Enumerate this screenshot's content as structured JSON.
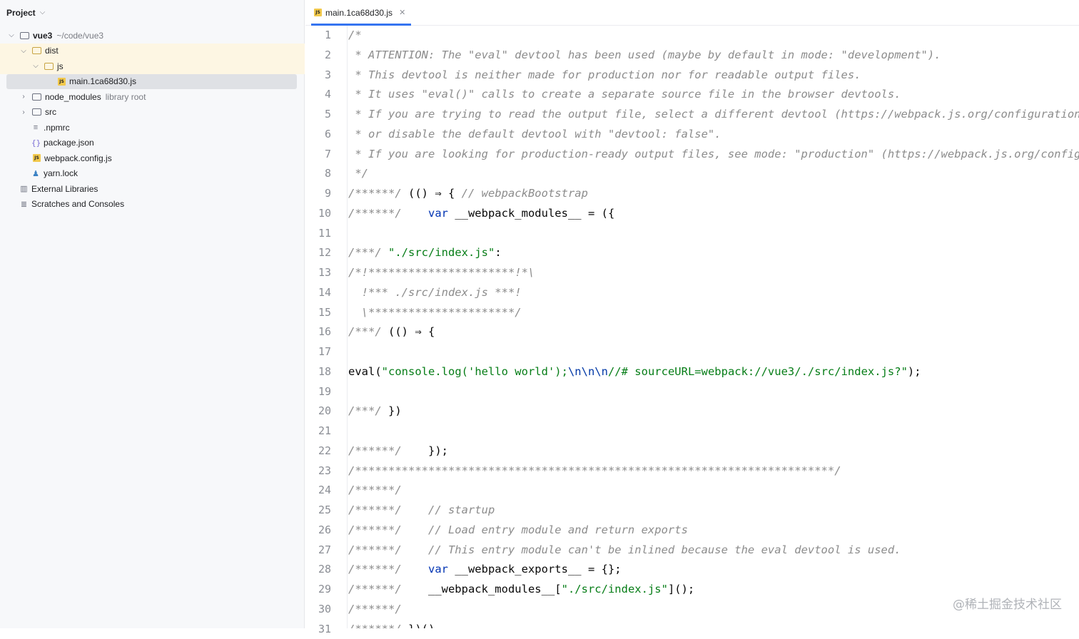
{
  "sidebar": {
    "title": "Project",
    "tree": {
      "root_name": "vue3",
      "root_path": "~/code/vue3",
      "dist": "dist",
      "js": "js",
      "main_file": "main.1ca68d30.js",
      "node_modules": "node_modules",
      "node_modules_tag": "library root",
      "src": "src",
      "npmrc": ".npmrc",
      "package_json": "package.json",
      "webpack_config": "webpack.config.js",
      "yarn_lock": "yarn.lock",
      "external_libraries": "External Libraries",
      "scratches": "Scratches and Consoles"
    }
  },
  "editor": {
    "tab_label": "main.1ca68d30.js",
    "line_numbers": [
      "1",
      "2",
      "3",
      "4",
      "5",
      "6",
      "7",
      "8",
      "9",
      "10",
      "11",
      "12",
      "13",
      "14",
      "15",
      "16",
      "17",
      "18",
      "19",
      "20",
      "21",
      "22",
      "23",
      "24",
      "25",
      "26",
      "27",
      "28",
      "29",
      "30",
      "31"
    ],
    "code": {
      "l1": "/*",
      "l2": " * ATTENTION: The \"eval\" devtool has been used (maybe by default in mode: \"development\").",
      "l3": " * This devtool is neither made for production nor for readable output files.",
      "l4": " * It uses \"eval()\" calls to create a separate source file in the browser devtools.",
      "l5": " * If you are trying to read the output file, select a different devtool (https://webpack.js.org/configuration/devtool/)",
      "l6": " * or disable the default devtool with \"devtool: false\".",
      "l7": " * If you are looking for production-ready output files, see mode: \"production\" (https://webpack.js.org/configuration/mode/).",
      "l8": " */",
      "l9_c": "/******/",
      "l9_t": " (() ⇒ { ",
      "l9_c2": "// webpackBootstrap",
      "l10_c": "/******/",
      "l10_k": "    var",
      "l10_t": " __webpack_modules__ = ({",
      "l12_c": "/***/",
      "l12_s": " \"./src/index.js\"",
      "l12_t": ":",
      "l13": "/*!**********************!*\\",
      "l14": "  !*** ./src/index.js ***!",
      "l15": "  \\**********************/",
      "l16_c": "/***/",
      "l16_t": " (() ⇒ {",
      "l18_t1": "eval(",
      "l18_s1": "\"console.log('hello world');",
      "l18_e": "\\n\\n\\n",
      "l18_s2": "//# sourceURL=webpack://vue3/./src/index.js?\"",
      "l18_t2": ");",
      "l20_c": "/***/",
      "l20_t": " })",
      "l22_c": "/******/",
      "l22_t": "    });",
      "l23": "/************************************************************************/",
      "l24": "/******/",
      "l25_c": "/******/",
      "l25_c2": "    // startup",
      "l26_c": "/******/",
      "l26_c2": "    // Load entry module and return exports",
      "l27_c": "/******/",
      "l27_c2": "    // This entry module can't be inlined because the eval devtool is used.",
      "l28_c": "/******/",
      "l28_k": "    var",
      "l28_t": " __webpack_exports__ = {};",
      "l29_c": "/******/",
      "l29_t1": "    __webpack_modules__[",
      "l29_s": "\"./src/index.js\"",
      "l29_t2": "]();",
      "l30": "/******/",
      "l31_c": "/******/",
      "l31_t": " })()"
    }
  },
  "watermark": "@稀土掘金技术社区"
}
